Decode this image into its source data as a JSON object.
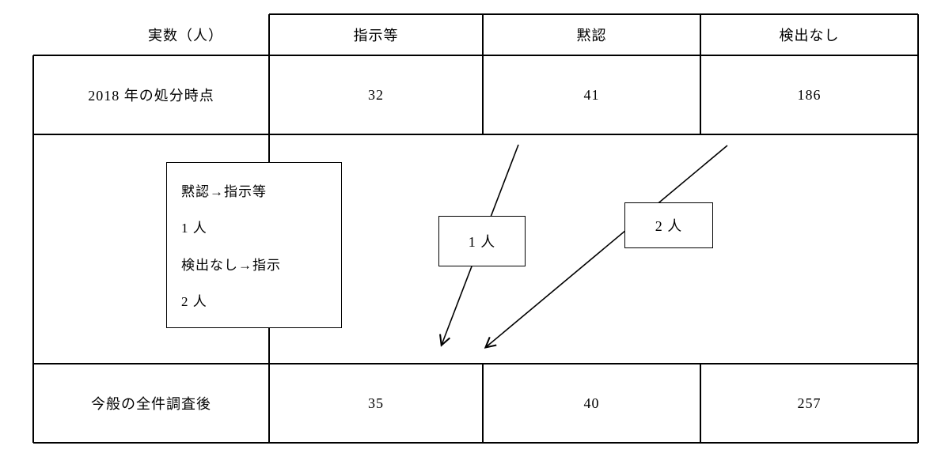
{
  "table": {
    "corner_label": "実数（人）",
    "column_headers": [
      "指示等",
      "黙認",
      "検出なし"
    ],
    "rows": [
      {
        "label": "2018 年の処分時点",
        "values": [
          "32",
          "41",
          "186"
        ]
      },
      {
        "label": "今般の全件調査後",
        "values": [
          "35",
          "40",
          "257"
        ]
      }
    ]
  },
  "note": {
    "lines": [
      "黙認→指示等",
      "1 人",
      "検出なし→指示",
      "2 人"
    ]
  },
  "arrows": [
    {
      "label": "1 人"
    },
    {
      "label": "2 人"
    }
  ],
  "colors": {
    "border": "#000000",
    "background": "#ffffff"
  }
}
